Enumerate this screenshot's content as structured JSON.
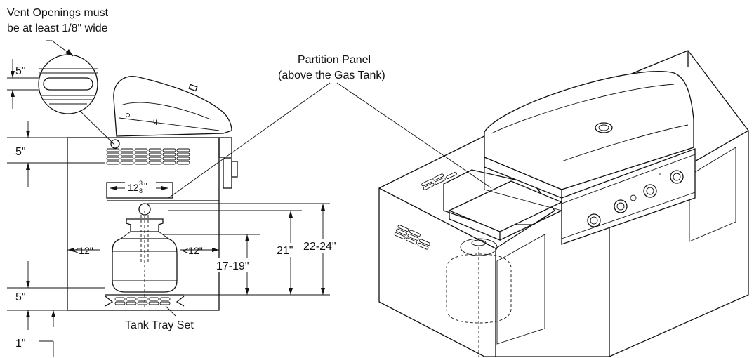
{
  "labels": {
    "vent_note_line1": "Vent Openings must",
    "vent_note_line2": "be at least 1/8\" wide",
    "partition_line1": "Partition Panel",
    "partition_line2": "(above the Gas Tank)",
    "tank_tray": "Tank Tray Set"
  },
  "dimensions": {
    "vent_height_detail": "5\"",
    "upper_vent_band": "5\"",
    "lower_vent_band": "5\"",
    "bottom_gap": "1\"",
    "panel_width_main": "12",
    "panel_width_frac_num": "3",
    "panel_width_frac_den": "8",
    "panel_width_unit": "\"",
    "left_clearance": "<12\"",
    "right_clearance": "<12\"",
    "tank_height": "17-19\"",
    "panel_height": "21\"",
    "opening_height": "22-24\""
  }
}
